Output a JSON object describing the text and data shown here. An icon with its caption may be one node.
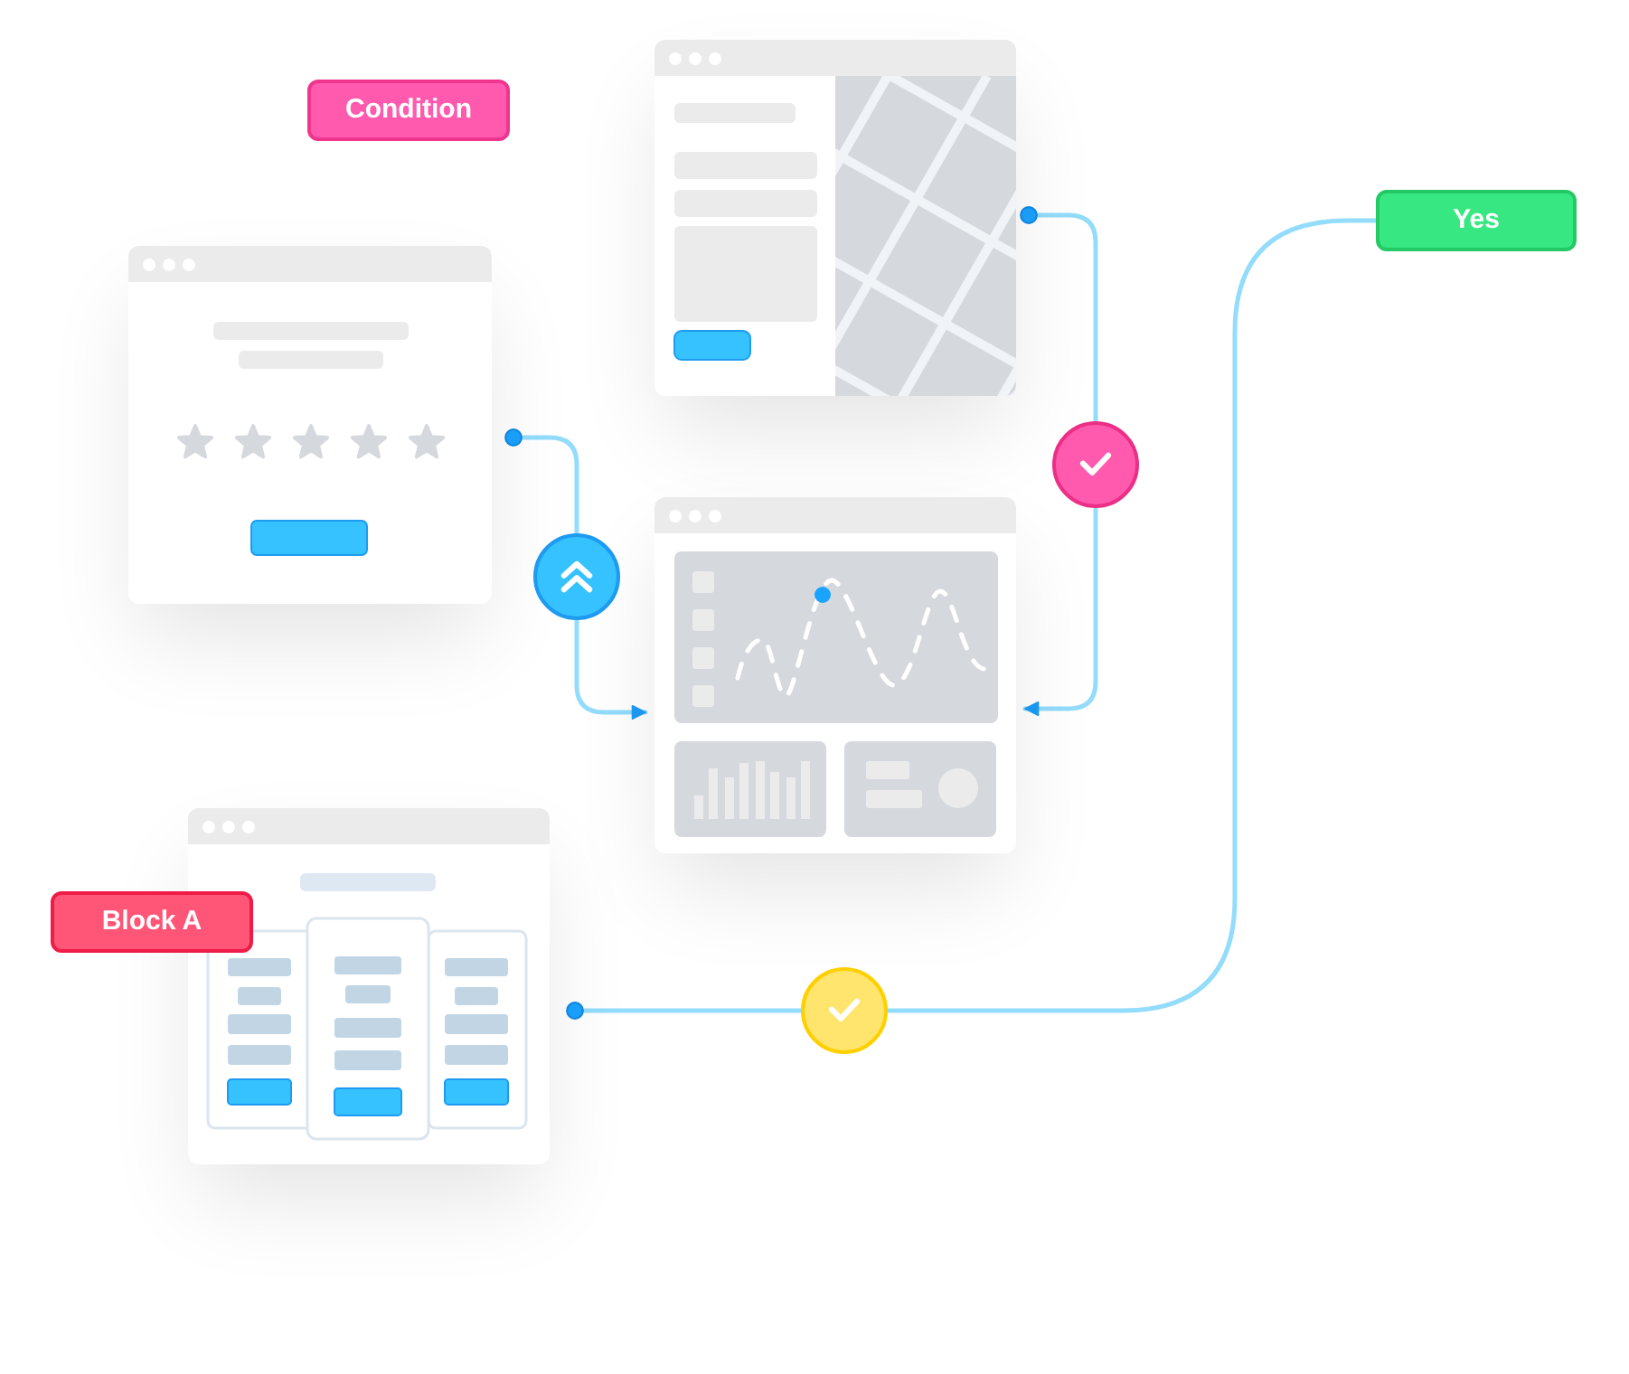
{
  "diagram": {
    "nodes": [
      {
        "text": [],
        "shape": "window"
      },
      {
        "text": [
          "Condition"
        ]
      },
      {
        "text": [
          "Yes"
        ]
      },
      {
        "text": [],
        "shape": "window"
      },
      {
        "text": [],
        "shape": "circle"
      },
      {
        "text": [],
        "shape": "window"
      },
      {
        "text": [],
        "shape": "circle"
      },
      {
        "text": [],
        "shape": "window"
      },
      {
        "text": [
          "Block A"
        ]
      },
      {
        "text": [],
        "shape": "circle"
      }
    ],
    "edges": [
      {
        "from": 3,
        "to": 6,
        "arrow": "other"
      },
      {
        "from": 6,
        "to": 5,
        "arrow": "to"
      },
      {
        "from": 0,
        "to": 4,
        "arrow": "other"
      },
      {
        "from": 4,
        "to": 5,
        "arrow": "to"
      },
      {
        "from": 7,
        "to": 9,
        "arrow": "other"
      },
      {
        "from": 9,
        "to": 2,
        "arrow": "none"
      }
    ]
  }
}
